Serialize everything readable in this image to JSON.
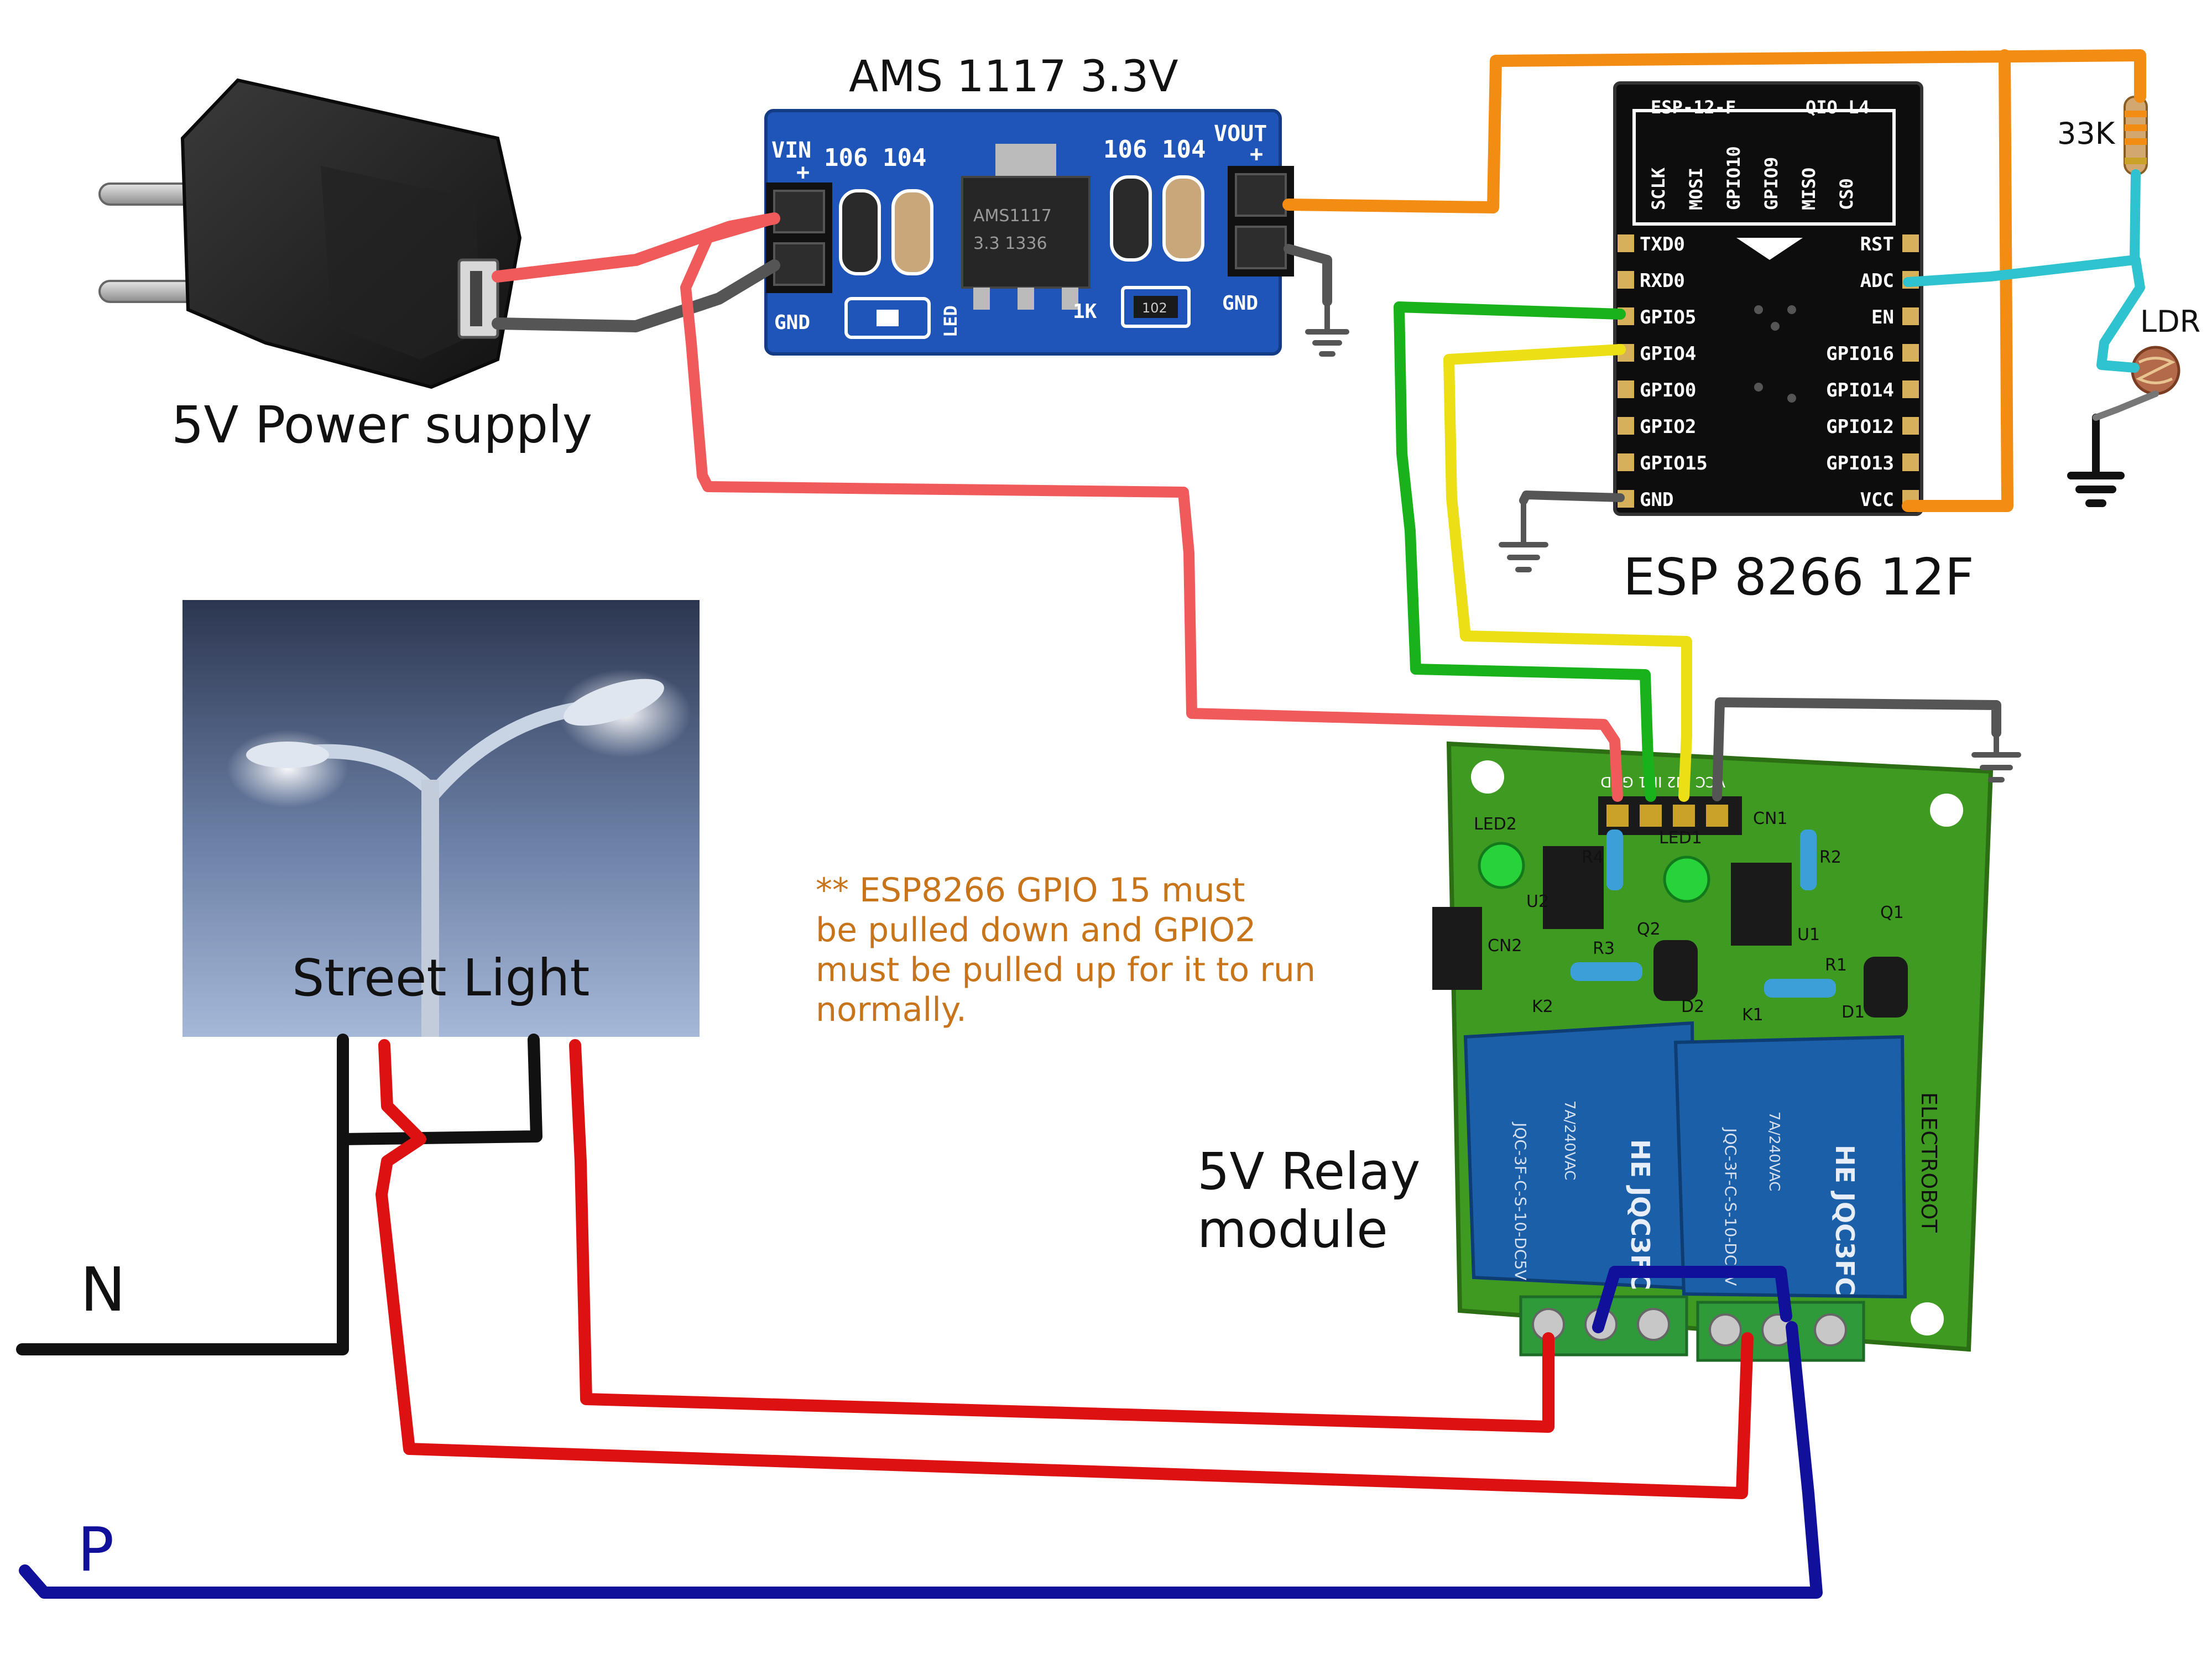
{
  "labels": {
    "power_supply": "5V Power supply",
    "regulator": "AMS 1117 3.3V",
    "esp": "ESP 8266 12F",
    "relay": [
      "5V Relay",
      "module"
    ],
    "street_light": "Street Light",
    "neutral": "N",
    "phase": "P",
    "resistor": "33K",
    "ldr": "LDR"
  },
  "note": [
    "** ESP8266  GPIO 15 must",
    "be  pulled down and GPIO2",
    "must be pulled up for it to run",
    "normally."
  ],
  "regulator_board": {
    "vin": "VIN",
    "vout": "VOUT",
    "gnd_left": "GND",
    "gnd_right": "GND",
    "cap_left": "106 104",
    "cap_right": "106 104",
    "chip_line1": "AMS1117",
    "chip_line2": "3.3  1336",
    "res_1k": "1K",
    "res_code": "102",
    "led": "LED",
    "plus": "+"
  },
  "esp_module": {
    "header_left": "ESP-12-F",
    "header_right": "QIO L4",
    "flash_pins": [
      "SCLK",
      "MOSI",
      "GPIO10",
      "GPIO9",
      "MISO",
      "CS0"
    ],
    "left_pins": [
      "TXD0",
      "RXD0",
      "GPIO5",
      "GPIO4",
      "GPIO0",
      "GPIO2",
      "GPIO15",
      "GND"
    ],
    "right_pins": [
      "RST",
      "ADC",
      "EN",
      "GPIO16",
      "GPIO14",
      "GPIO12",
      "GPIO13",
      "VCC"
    ]
  },
  "relay_board": {
    "header": "VCC IN2 IN1 GND",
    "cn1": "CN1",
    "cn2": "CN2",
    "led2": "LED2",
    "led1": "LED1",
    "q1": "Q1",
    "q2": "Q2",
    "u1": "U1",
    "u2": "U2",
    "r1": "R1",
    "r2": "R2",
    "r3": "R3",
    "r4": "R4",
    "k1": "K1",
    "k2": "K2",
    "d1": "D1",
    "d2": "D2",
    "brand": "ELECTROBOT",
    "relay_model": "HE JQC3FC",
    "relay_spec": "JQC-3F-C-S-10-DC5V",
    "relay_rating": "7A/240VAC"
  },
  "colors": {
    "red_5v": "#f05a5a",
    "power_red": "#dd1111",
    "orange_3v3": "#f28c12",
    "green_gpio5": "#19b21b",
    "yellow_gpio4": "#ecdf16",
    "cyan_adc": "#2ec3cf",
    "ground_grey": "#555555",
    "neutral_black": "#111111",
    "phase_blue": "#10109a",
    "regulator_blue": "#1f55b8",
    "relay_pcb_green": "#3f9a22",
    "relay_blue": "#1b5fa8",
    "note_text": "#c8741a"
  }
}
